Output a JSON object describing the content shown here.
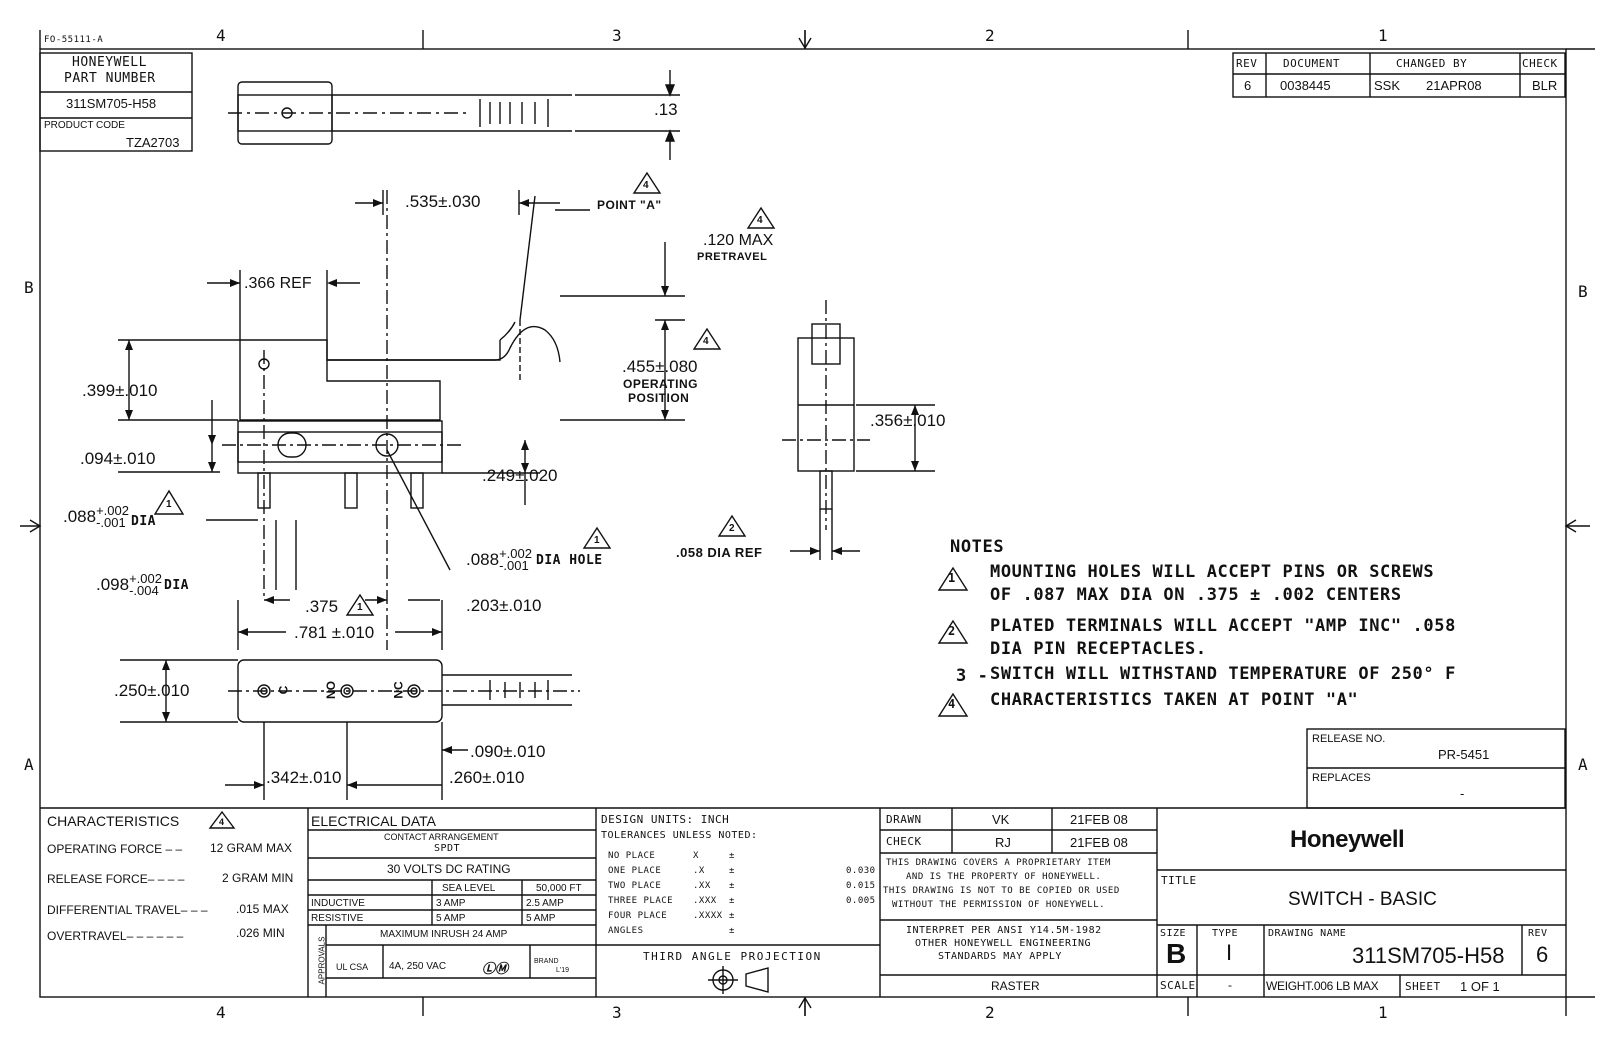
{
  "sheet": {
    "form_no": "FO-55111-A",
    "zones_top": [
      "4",
      "3",
      "2",
      "1"
    ],
    "zones_side": [
      "B",
      "A"
    ]
  },
  "part_block": {
    "vendor_label": "HONEYWELL",
    "part_number_label": "PART NUMBER",
    "part_number": "311SM705-H58",
    "product_code_label": "PRODUCT CODE",
    "product_code": "TZA2703"
  },
  "revision_block": {
    "headers": [
      "REV",
      "DOCUMENT",
      "CHANGED BY",
      "CHECK"
    ],
    "row": {
      "rev": "6",
      "document": "0038445",
      "changed_by": "SSK",
      "date": "21APR08",
      "check": "BLR"
    }
  },
  "dimensions": {
    "d_013": ".13",
    "d_535": ".535±.030",
    "point_a": "POINT \"A\"",
    "pretravel_value": ".120 MAX",
    "pretravel_label": "PRETRAVEL",
    "d_366": ".366 REF",
    "d_455": ".455±.080",
    "operating_label_1": "OPERATING",
    "operating_label_2": "POSITION",
    "d_399": ".399±.010",
    "d_094": ".094±.010",
    "d_249": ".249±.020",
    "d_356": ".356±.010",
    "d_088a_base": ".088",
    "d_088a_tol_top": "+.002",
    "d_088a_tol_bot": "-.001",
    "d_088a_suffix": "DIA",
    "d_088b_base": ".088",
    "d_088b_tol_top": "+.002",
    "d_088b_tol_bot": "-.001",
    "d_088b_suffix": "DIA HOLE",
    "d_058": ".058 DIA REF",
    "d_098_base": ".098",
    "d_098_tol_top": "+.002",
    "d_098_tol_bot": "-.004",
    "d_098_suffix": "DIA",
    "d_375": ".375",
    "d_203": ".203±.010",
    "d_781": ".781 ±.010",
    "d_250": ".250±.010",
    "d_090": ".090±.010",
    "d_342": ".342±.010",
    "d_260": ".260±.010",
    "term_c": "C",
    "term_no": "NO",
    "term_nc": "NC",
    "flag_1": "1",
    "flag_2": "2",
    "flag_4": "4"
  },
  "notes": {
    "title": "NOTES",
    "items": [
      {
        "marker": "1",
        "line1": "MOUNTING HOLES WILL ACCEPT PINS OR SCREWS",
        "line2": "OF .087 MAX DIA ON .375 ± .002 CENTERS"
      },
      {
        "marker": "2",
        "line1": "PLATED TERMINALS WILL ACCEPT \"AMP INC\" .058",
        "line2": "DIA PIN RECEPTACLES."
      },
      {
        "marker": "3 -",
        "line1": "SWITCH WILL WITHSTAND TEMPERATURE OF 250° F",
        "line2": ""
      },
      {
        "marker": "4",
        "line1": "CHARACTERISTICS TAKEN AT POINT \"A\"",
        "line2": ""
      }
    ]
  },
  "release": {
    "release_label": "RELEASE NO.",
    "release_value": "PR-5451",
    "replaces_label": "REPLACES",
    "replaces_value": "-"
  },
  "characteristics": {
    "title": "CHARACTERISTICS",
    "flag": "4",
    "rows": [
      {
        "label": "OPERATING FORCE – –",
        "value": "12 GRAM MAX"
      },
      {
        "label": "RELEASE FORCE– – – –",
        "value": "2 GRAM MIN"
      },
      {
        "label": "DIFFERENTIAL TRAVEL– – –",
        "value": ".015 MAX"
      },
      {
        "label": "OVERTRAVEL– – – – – –",
        "value": ".026 MIN"
      }
    ]
  },
  "electrical": {
    "title": "ELECTRICAL DATA",
    "contact_label": "CONTACT ARRANGEMENT",
    "contact_value": "SPDT",
    "rating": "30 VOLTS DC RATING",
    "col_sea": "SEA LEVEL",
    "col_alt": "50,000 FT",
    "rows": [
      {
        "load": "INDUCTIVE",
        "sea": "3 AMP",
        "alt": "2.5 AMP"
      },
      {
        "load": "RESISTIVE",
        "sea": "5 AMP",
        "alt": "5 AMP"
      }
    ],
    "inrush": "MAXIMUM INRUSH   24 AMP",
    "approvals_label": "APPROVALS",
    "agency": "UL CSA",
    "agency_rating": "4A, 250 VAC",
    "brand_label": "BRAND",
    "brand_value": "L'19"
  },
  "tolerances": {
    "design_units": "DESIGN UNITS:  INCH",
    "header": "TOLERANCES UNLESS NOTED:",
    "rows": [
      {
        "label": "NO PLACE",
        "fmt": "X",
        "pm": "±",
        "value": ""
      },
      {
        "label": "ONE PLACE",
        "fmt": ".X",
        "pm": "±",
        "value": "0.030"
      },
      {
        "label": "TWO PLACE",
        "fmt": ".XX",
        "pm": "±",
        "value": "0.015"
      },
      {
        "label": "THREE PLACE",
        "fmt": ".XXX",
        "pm": "±",
        "value": "0.005"
      },
      {
        "label": "FOUR PLACE",
        "fmt": ".XXXX",
        "pm": "±",
        "value": ""
      },
      {
        "label": "ANGLES",
        "fmt": "",
        "pm": "±",
        "value": ""
      }
    ],
    "projection": "THIRD ANGLE PROJECTION"
  },
  "signoff": {
    "drawn_label": "DRAWN",
    "drawn_by": "VK",
    "drawn_date": "21FEB 08",
    "check_label": "CHECK",
    "check_by": "RJ",
    "check_date": "21FEB 08",
    "proprietary_1": "THIS DRAWING COVERS A PROPRIETARY ITEM",
    "proprietary_2": "AND IS THE PROPERTY OF HONEYWELL.",
    "proprietary_3": "THIS DRAWING IS NOT TO BE COPIED OR USED",
    "proprietary_4": "WITHOUT THE PERMISSION OF HONEYWELL.",
    "interpret_1": "INTERPRET PER ANSI Y14.5M-1982",
    "interpret_2": "OTHER HONEYWELL ENGINEERING",
    "interpret_3": "STANDARDS MAY APPLY",
    "raster": "RASTER"
  },
  "title_block": {
    "logo": "Honeywell",
    "title_label": "TITLE",
    "title": "SWITCH - BASIC",
    "size_label": "SIZE",
    "size": "B",
    "type_label": "TYPE",
    "type": "I",
    "drawing_name_label": "DRAWING NAME",
    "drawing_name": "311SM705-H58",
    "rev_label": "REV",
    "rev": "6",
    "scale_label": "SCALE",
    "scale": "-",
    "weight": "WEIGHT.006 LB MAX",
    "sheet_label": "SHEET",
    "sheet": "1 OF 1"
  }
}
